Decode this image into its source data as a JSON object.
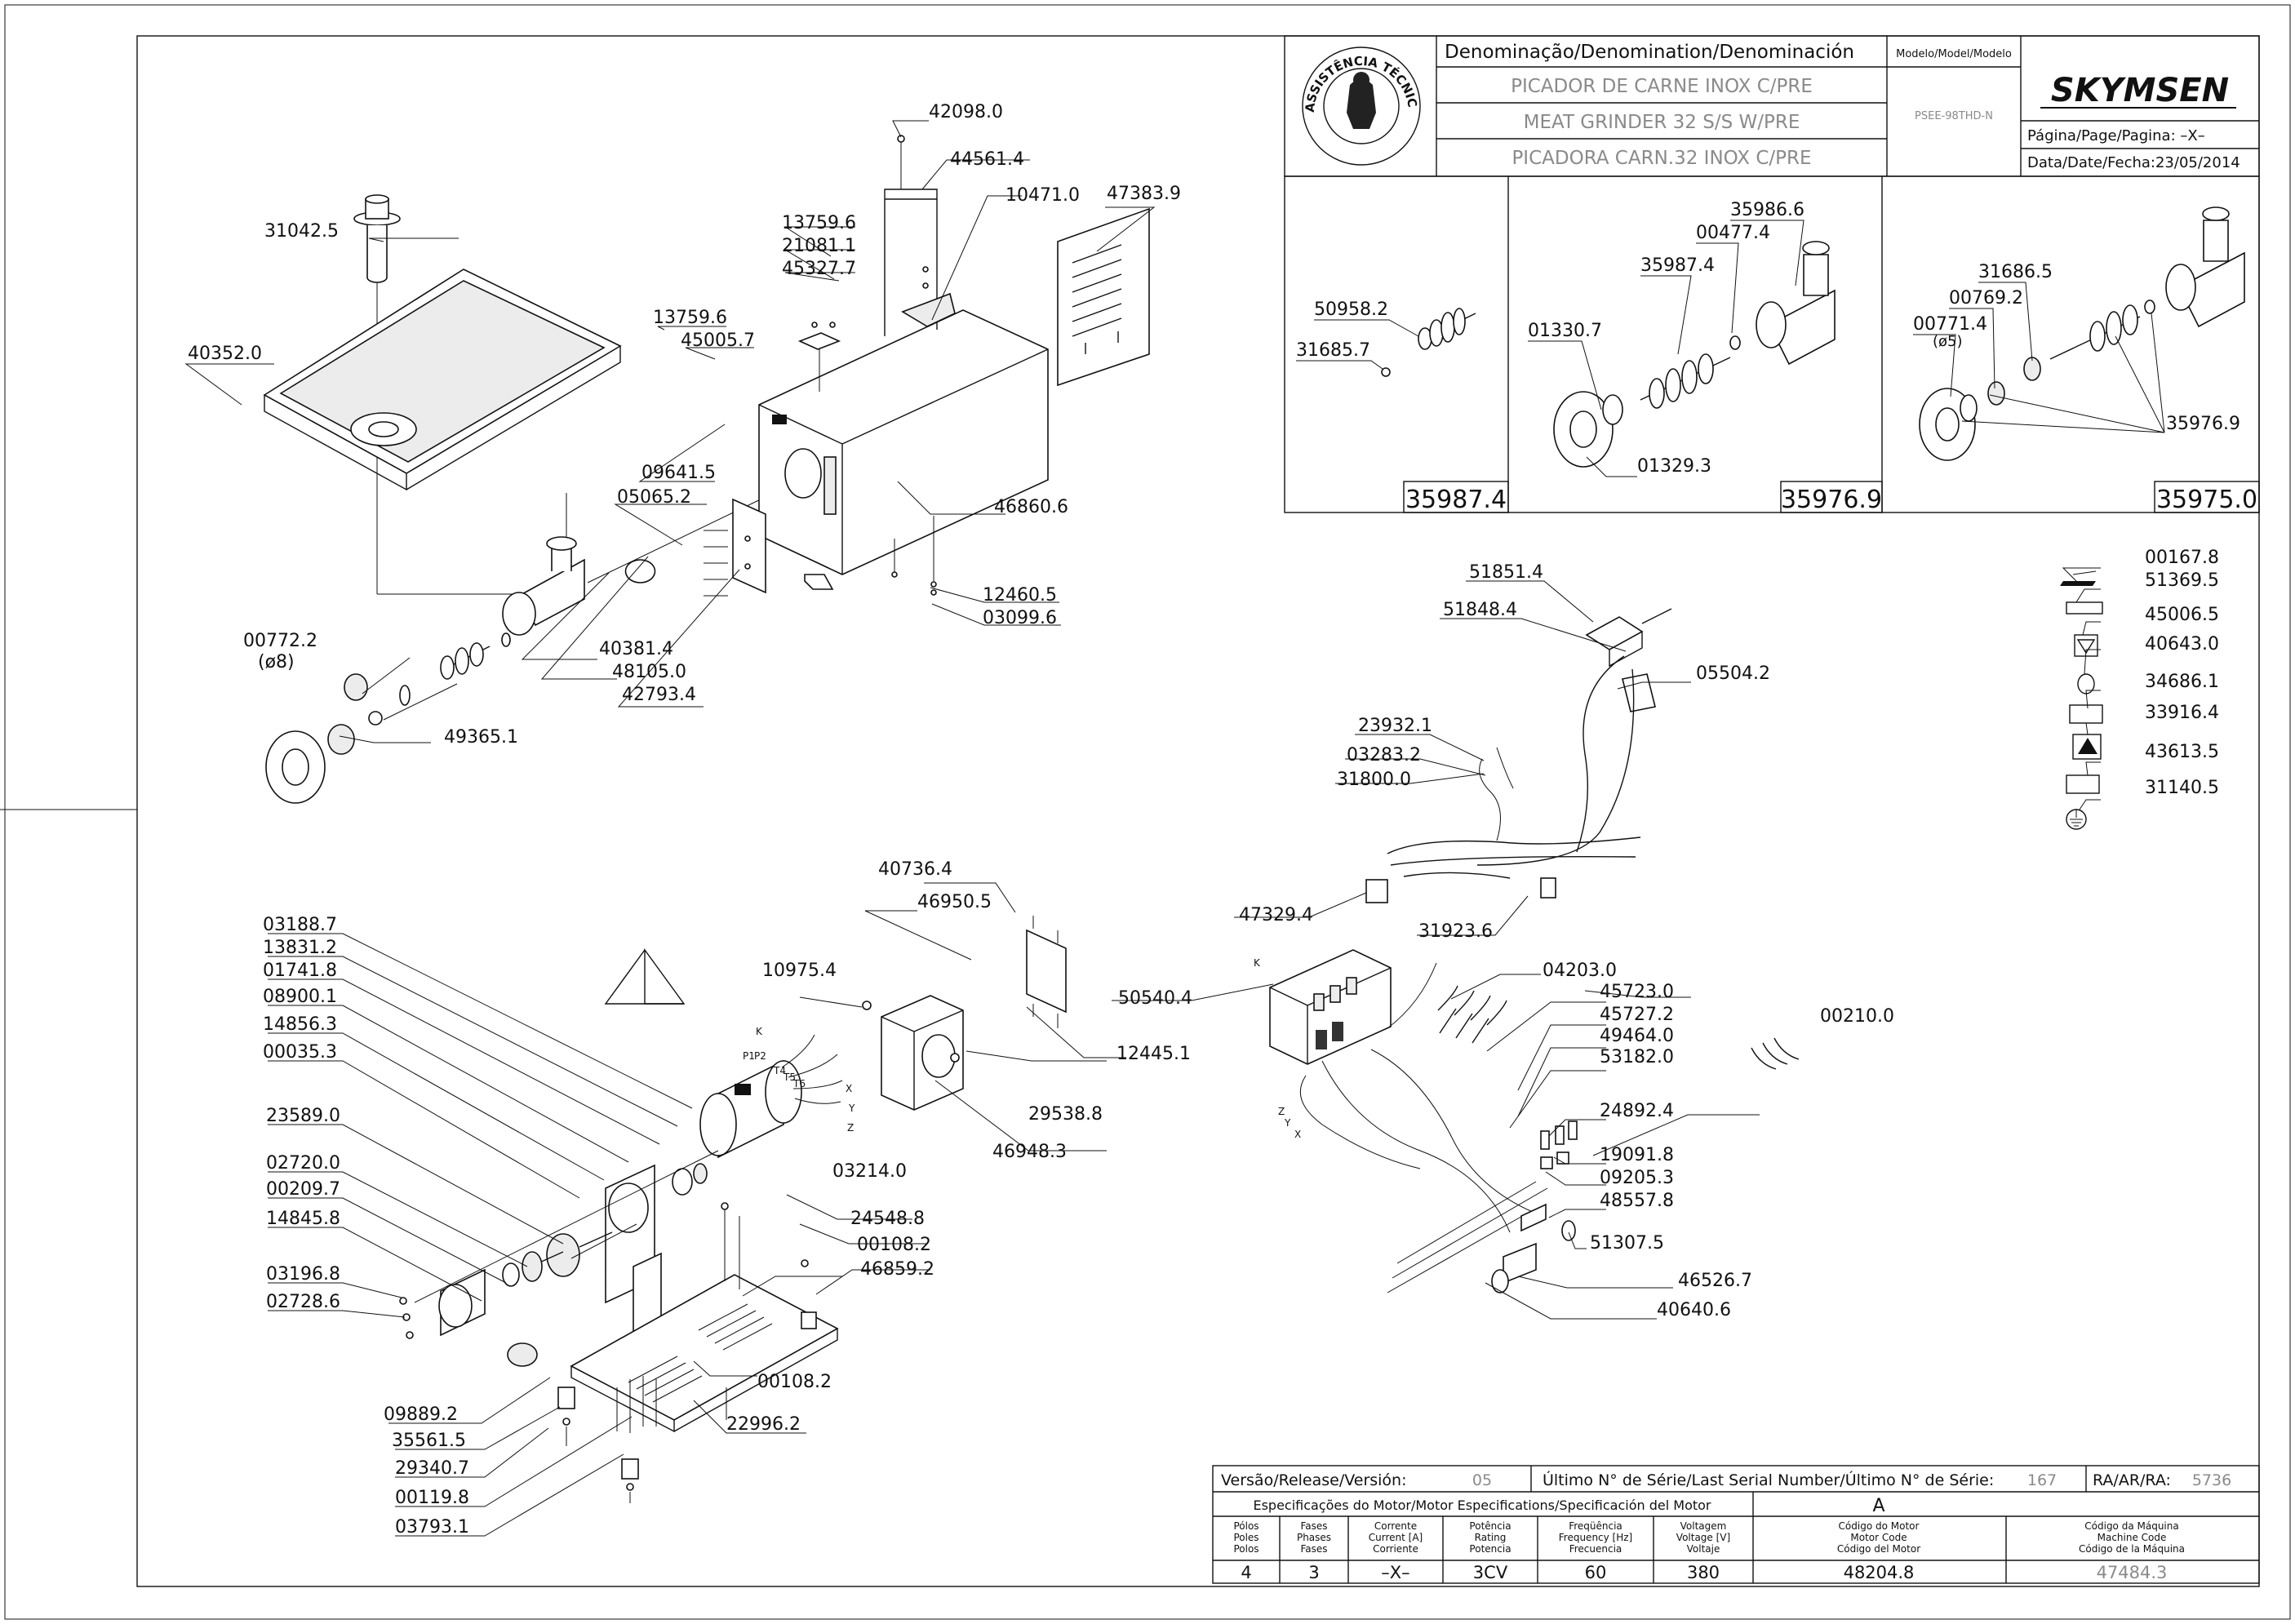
{
  "title_block": {
    "denomination_header": "Denominação/Denomination/Denominación",
    "names": [
      "PICADOR DE CARNE INOX C/PRE",
      "MEAT GRINDER 32 S/S W/PRE",
      "PICADORA CARN.32 INOX C/PRE"
    ],
    "model_header": "Modelo/Model/Modelo",
    "model_value": "PSEE-98THD-N",
    "brand": "SKYMSEN",
    "page_label": "Página/Page/Pagina: –X–",
    "date_label": "Data/Date/Fecha:23/05/2014",
    "seal_text": "ASSISTÊNCIA TÉCNICA AUTORIZADA"
  },
  "detail_boxes": [
    {
      "id": "35987.4",
      "labels": [
        "50958.2",
        "31685.7"
      ]
    },
    {
      "id": "35976.9",
      "labels": [
        "35986.6",
        "00477.4",
        "35987.4",
        "01330.7",
        "01329.3"
      ]
    },
    {
      "id": "35975.0",
      "labels": [
        "31686.5",
        "00769.2",
        "00771.4",
        "(ø5)",
        "35976.9"
      ]
    }
  ],
  "part_labels": {
    "grinder_top": [
      "42098.0",
      "44561.4",
      "10471.0",
      "47383.9",
      "13759.6",
      "21081.1",
      "45327.7",
      "13759.6",
      "45005.7",
      "31042.5",
      "40352.0",
      "09641.5",
      "05065.2",
      "46860.6",
      "12460.5",
      "03099.6",
      "40381.4",
      "48105.0",
      "42793.4",
      "00772.2",
      "(ø8)",
      "49365.1"
    ],
    "motor_base": [
      "03188.7",
      "13831.2",
      "01741.8",
      "08900.1",
      "14856.3",
      "00035.3",
      "23589.0",
      "02720.0",
      "00209.7",
      "14845.8",
      "03196.8",
      "02728.6",
      "09889.2",
      "35561.5",
      "29340.7",
      "00119.8",
      "03793.1",
      "10975.4",
      "40736.4",
      "46950.5",
      "12445.1",
      "29538.8",
      "46948.3",
      "03214.0",
      "24548.8",
      "00108.2",
      "46859.2",
      "00108.2",
      "22996.2"
    ],
    "electrical": [
      "51851.4",
      "51848.4",
      "05504.2",
      "23932.1",
      "03283.2",
      "31800.0",
      "47329.4",
      "31923.6",
      "50540.4",
      "04203.0",
      "45723.0",
      "45727.2",
      "49464.0",
      "53182.0",
      "24892.4",
      "19091.8",
      "09205.3",
      "48557.8",
      "51307.5",
      "46526.7",
      "40640.6",
      "00210.0"
    ],
    "stickers": [
      "00167.8",
      "51369.5",
      "45006.5",
      "40643.0",
      "34686.1",
      "33916.4",
      "43613.5",
      "31140.5"
    ]
  },
  "wire_marks": [
    "K",
    "P1",
    "P2",
    "T4",
    "T5",
    "T6",
    "X",
    "Y",
    "Z",
    "K",
    "Z",
    "Y",
    "X"
  ],
  "spec_table": {
    "version_label": "Versão/Release/Versión:",
    "version_value": "05",
    "serial_label": "Último N° de Série/Last Serial Number/Último N° de Série:",
    "serial_value": "167",
    "ra_label": "RA/AR/RA:",
    "ra_value": "5736",
    "motor_spec_title": "Especificações do Motor/Motor Especifications/Specificación del Motor",
    "motor_letter": "A",
    "headers": [
      [
        "Pólos",
        "Poles",
        "Polos"
      ],
      [
        "Fases",
        "Phases",
        "Fases"
      ],
      [
        "Corrente",
        "Current [A]",
        "Corriente"
      ],
      [
        "Potência",
        "Rating",
        "Potencia"
      ],
      [
        "Freqüência",
        "Frequency [Hz]",
        "Frecuencia"
      ],
      [
        "Voltagem",
        "Voltage [V]",
        "Voltaje"
      ],
      [
        "Código do Motor",
        "Motor Code",
        "Código del Motor"
      ],
      [
        "Código da Máquina",
        "Machine Code",
        "Código de la Máquina"
      ]
    ],
    "values": [
      "4",
      "3",
      "–X–",
      "3CV",
      "60",
      "380",
      "48204.8",
      "47484.3"
    ]
  },
  "colors": {
    "ink": "#111111",
    "faded": "#8a8a8a"
  }
}
